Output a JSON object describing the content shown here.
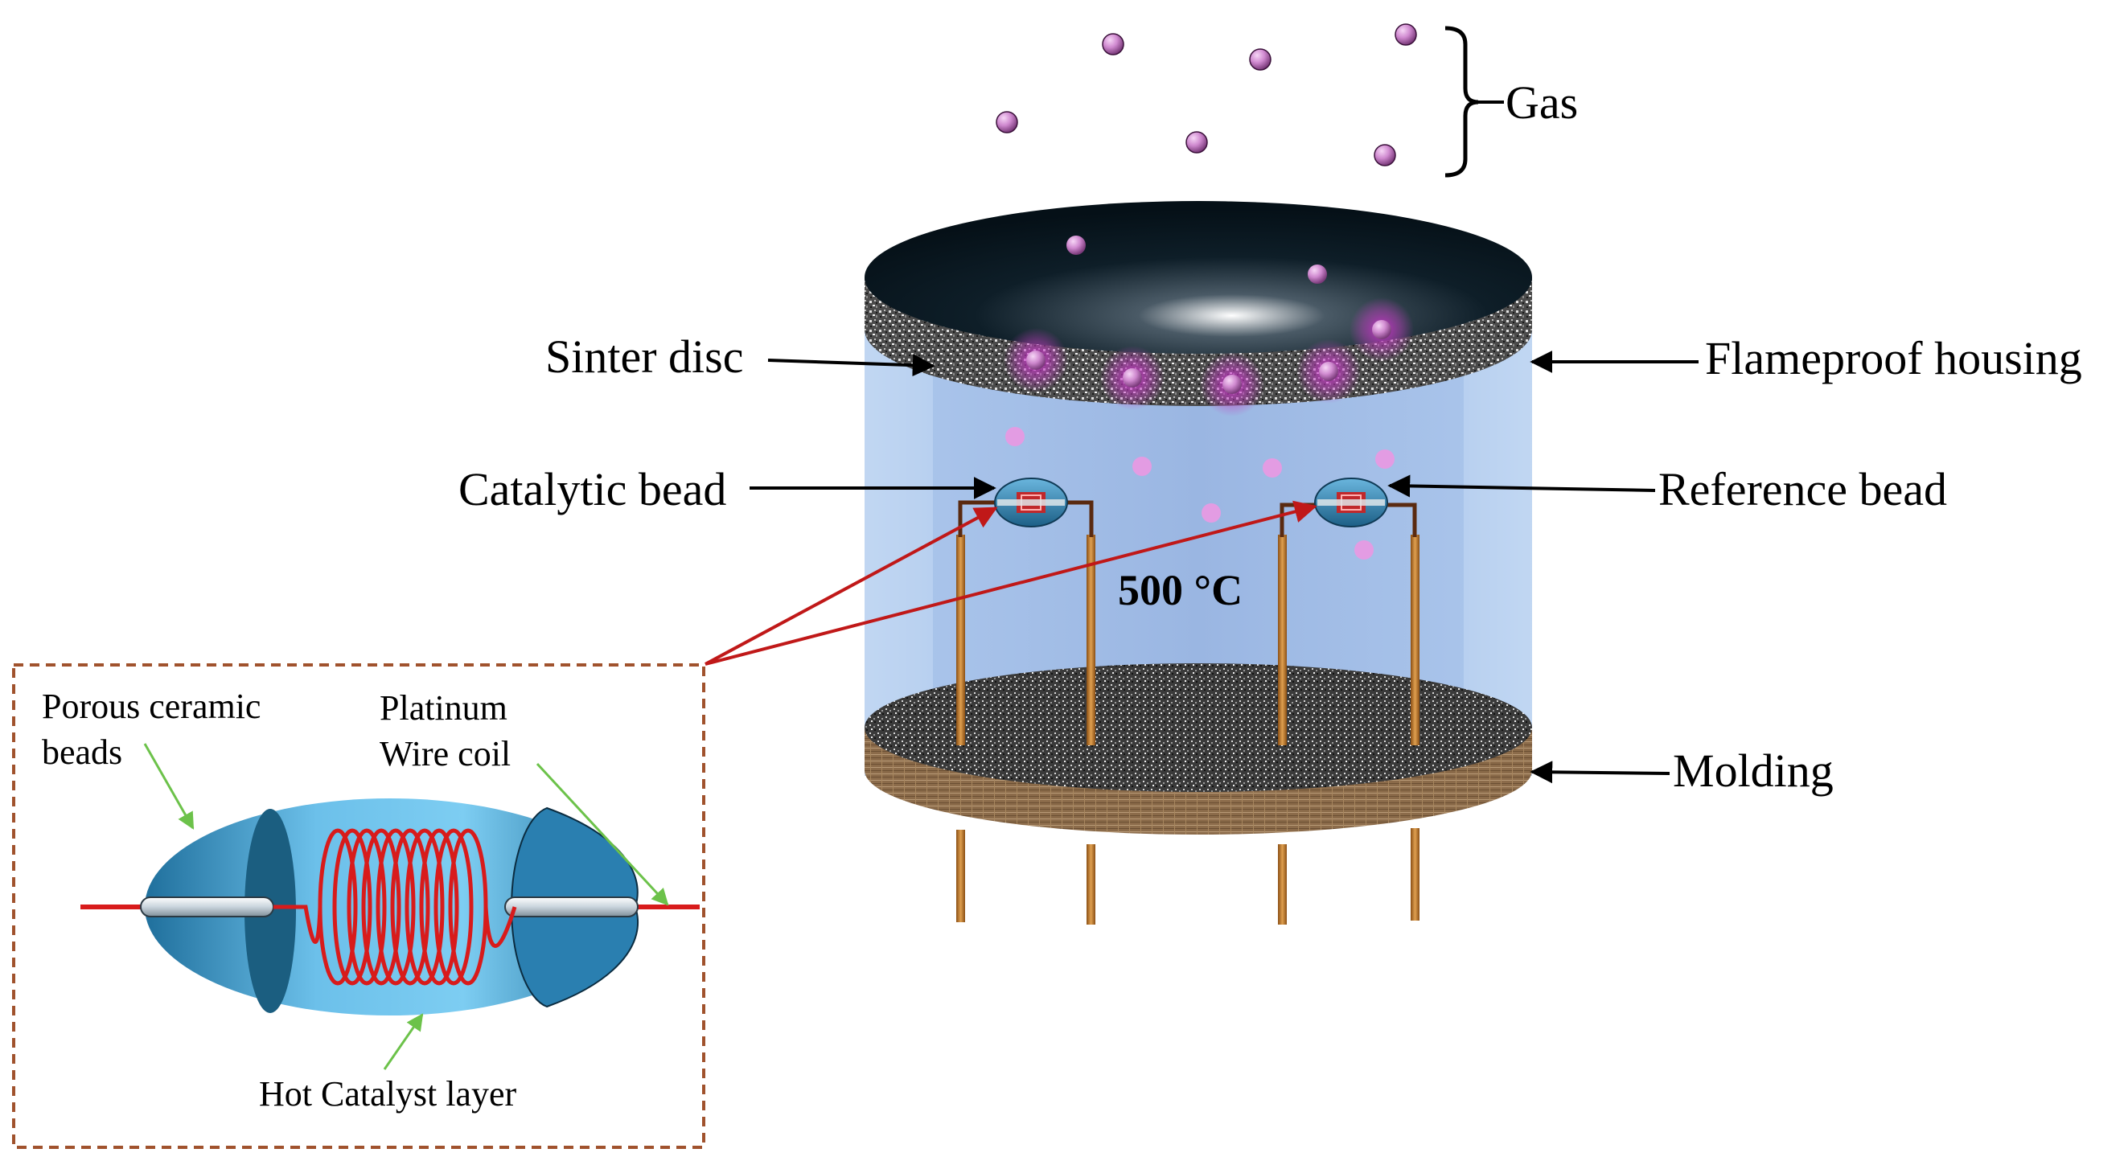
{
  "labels": {
    "gas": "Gas",
    "sinter_disc": "Sinter disc",
    "flameproof_housing": "Flameproof housing",
    "catalytic_bead": "Catalytic bead",
    "reference_bead": "Reference bead",
    "temperature": "500 °C",
    "molding": "Molding"
  },
  "inset": {
    "porous_ceramic_beads_line1": "Porous ceramic",
    "porous_ceramic_beads_line2": "beads",
    "platinum_wire_coil_line1": "Platinum",
    "platinum_wire_coil_line2": "Wire coil",
    "hot_catalyst_layer": "Hot Catalyst layer"
  },
  "colors": {
    "gas_molecule": "#c77bc7",
    "disc_top": "#0b1a24",
    "housing": "#9fbfe8",
    "wire": "#d81b1b",
    "bead_blue": "#3f9fd0",
    "pin": "#c07a2c",
    "inset_border": "#a0522d",
    "pointer_arrow": "#000000",
    "leader_green": "#6cc24a"
  }
}
